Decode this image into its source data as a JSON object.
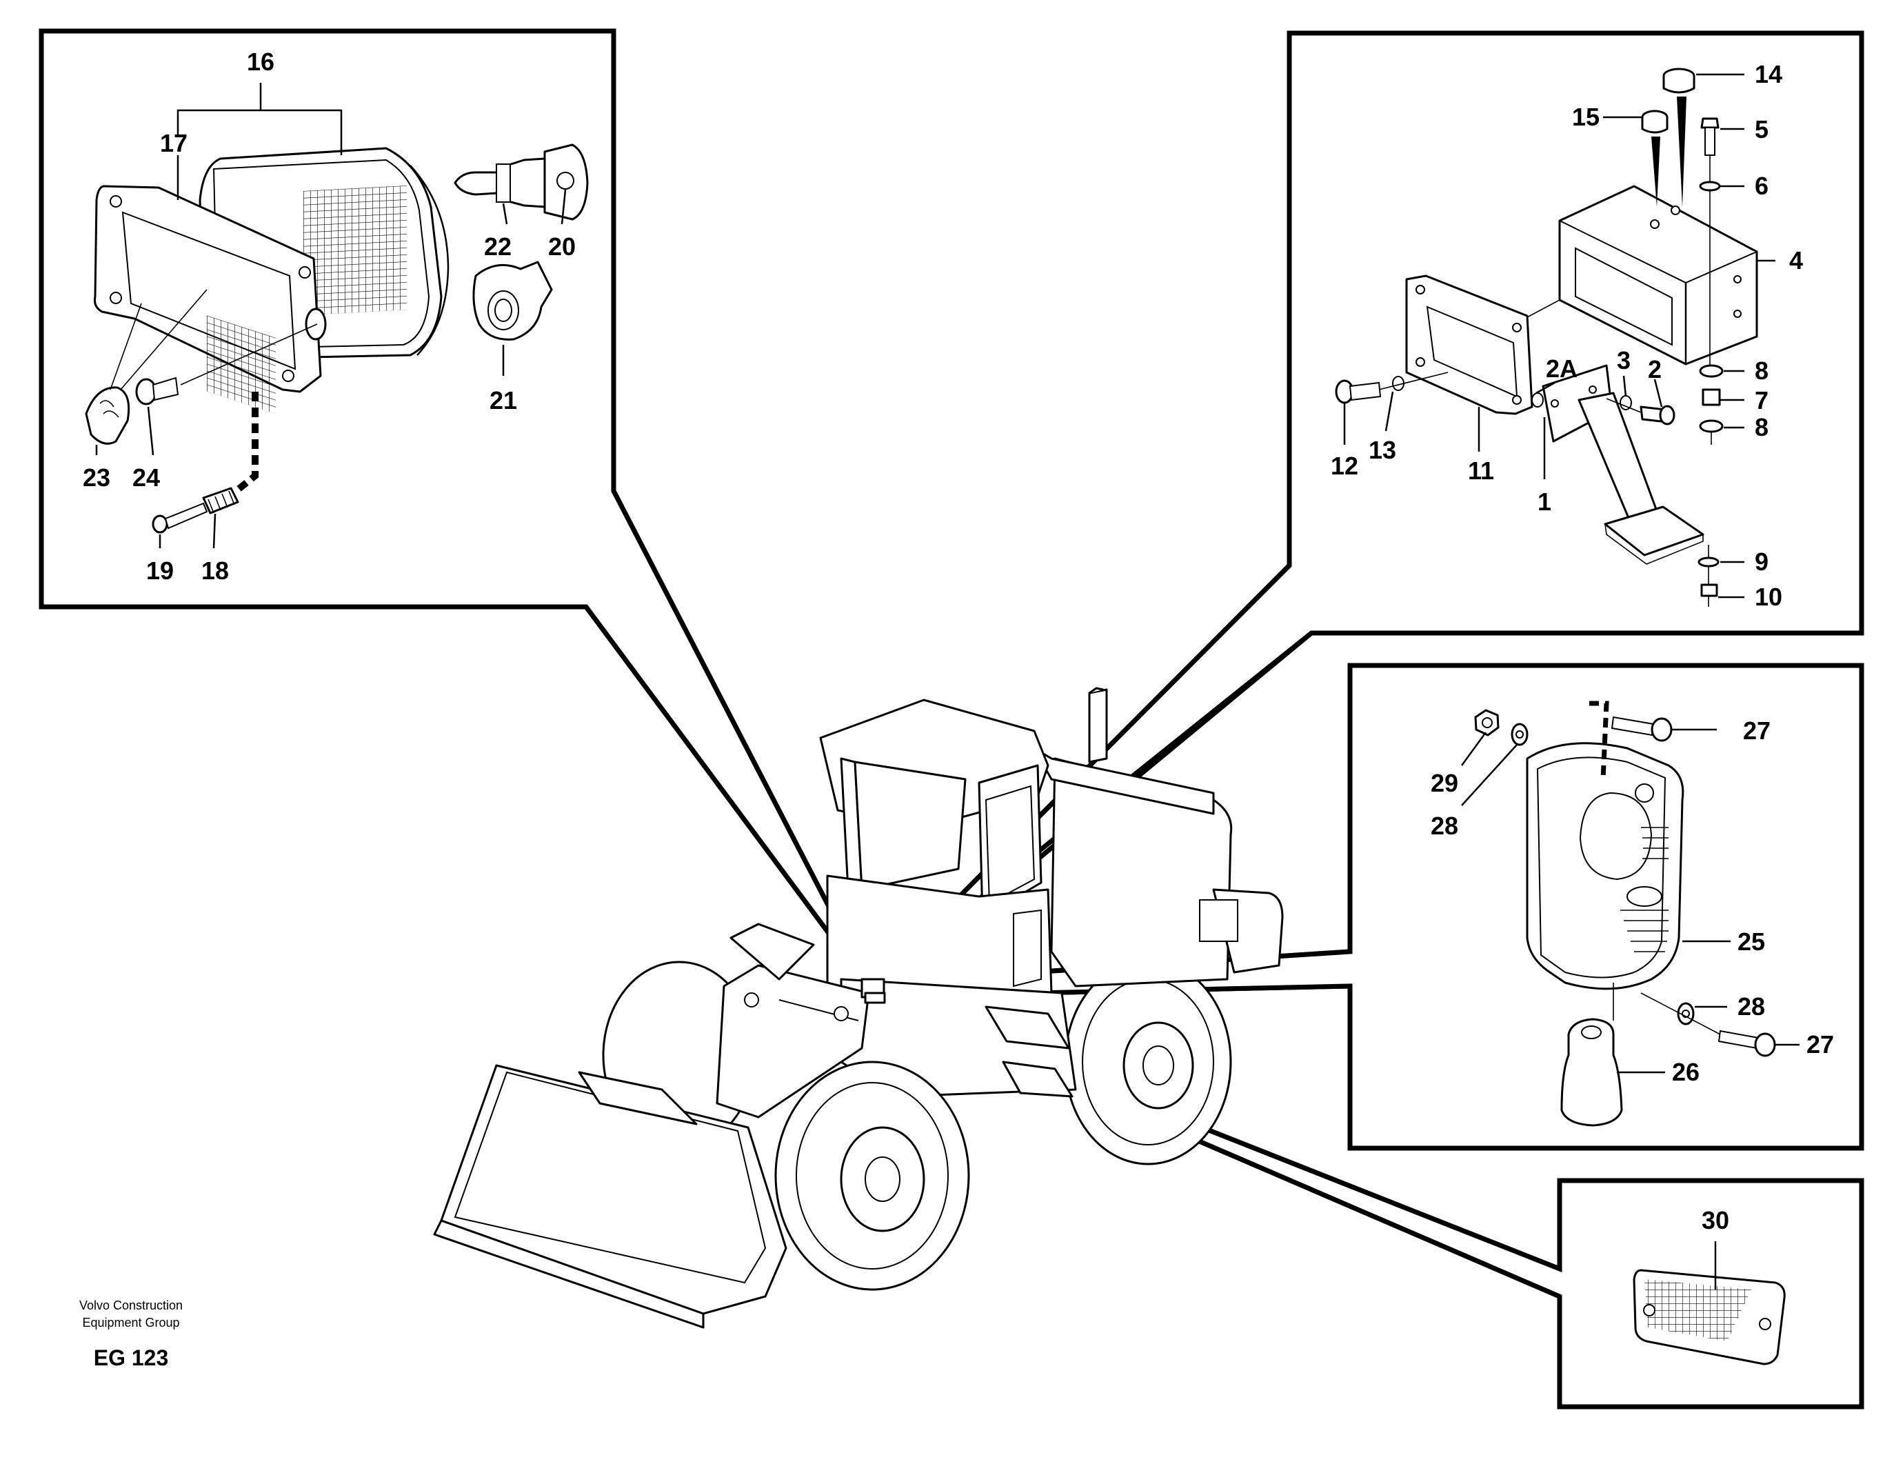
{
  "footer": {
    "company_line1": "Volvo Construction",
    "company_line2": "Equipment Group",
    "code": "EG 123"
  },
  "callouts": {
    "headlamp": {
      "p16": "16",
      "p17": "17",
      "p18": "18",
      "p19": "19",
      "p20": "20",
      "p21": "21",
      "p22": "22",
      "p23": "23",
      "p24": "24"
    },
    "bracket": {
      "p1": "1",
      "p2": "2",
      "p2a": "2A",
      "p3": "3",
      "p4": "4",
      "p5": "5",
      "p6": "6",
      "p7": "7",
      "p8a": "8",
      "p8b": "8",
      "p9": "9",
      "p10": "10",
      "p11": "11",
      "p12": "12",
      "p13": "13",
      "p14": "14",
      "p15": "15"
    },
    "indicator": {
      "p25": "25",
      "p26": "26",
      "p27a": "27",
      "p27b": "27",
      "p28a": "28",
      "p28b": "28",
      "p29": "29"
    },
    "reflector": {
      "p30": "30"
    }
  }
}
